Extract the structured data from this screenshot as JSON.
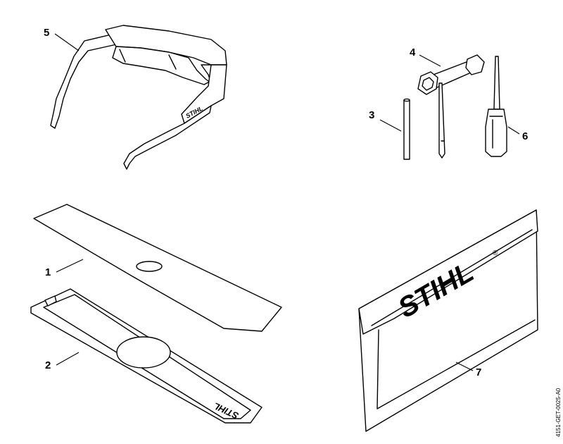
{
  "figure": {
    "doc_id": "4151-GET-0025-A0",
    "brand": "STIHL",
    "registered_mark": "®"
  },
  "parts": [
    {
      "number": "1"
    },
    {
      "number": "2"
    },
    {
      "number": "3"
    },
    {
      "number": "4"
    },
    {
      "number": "5"
    },
    {
      "number": "6"
    },
    {
      "number": "7"
    }
  ]
}
